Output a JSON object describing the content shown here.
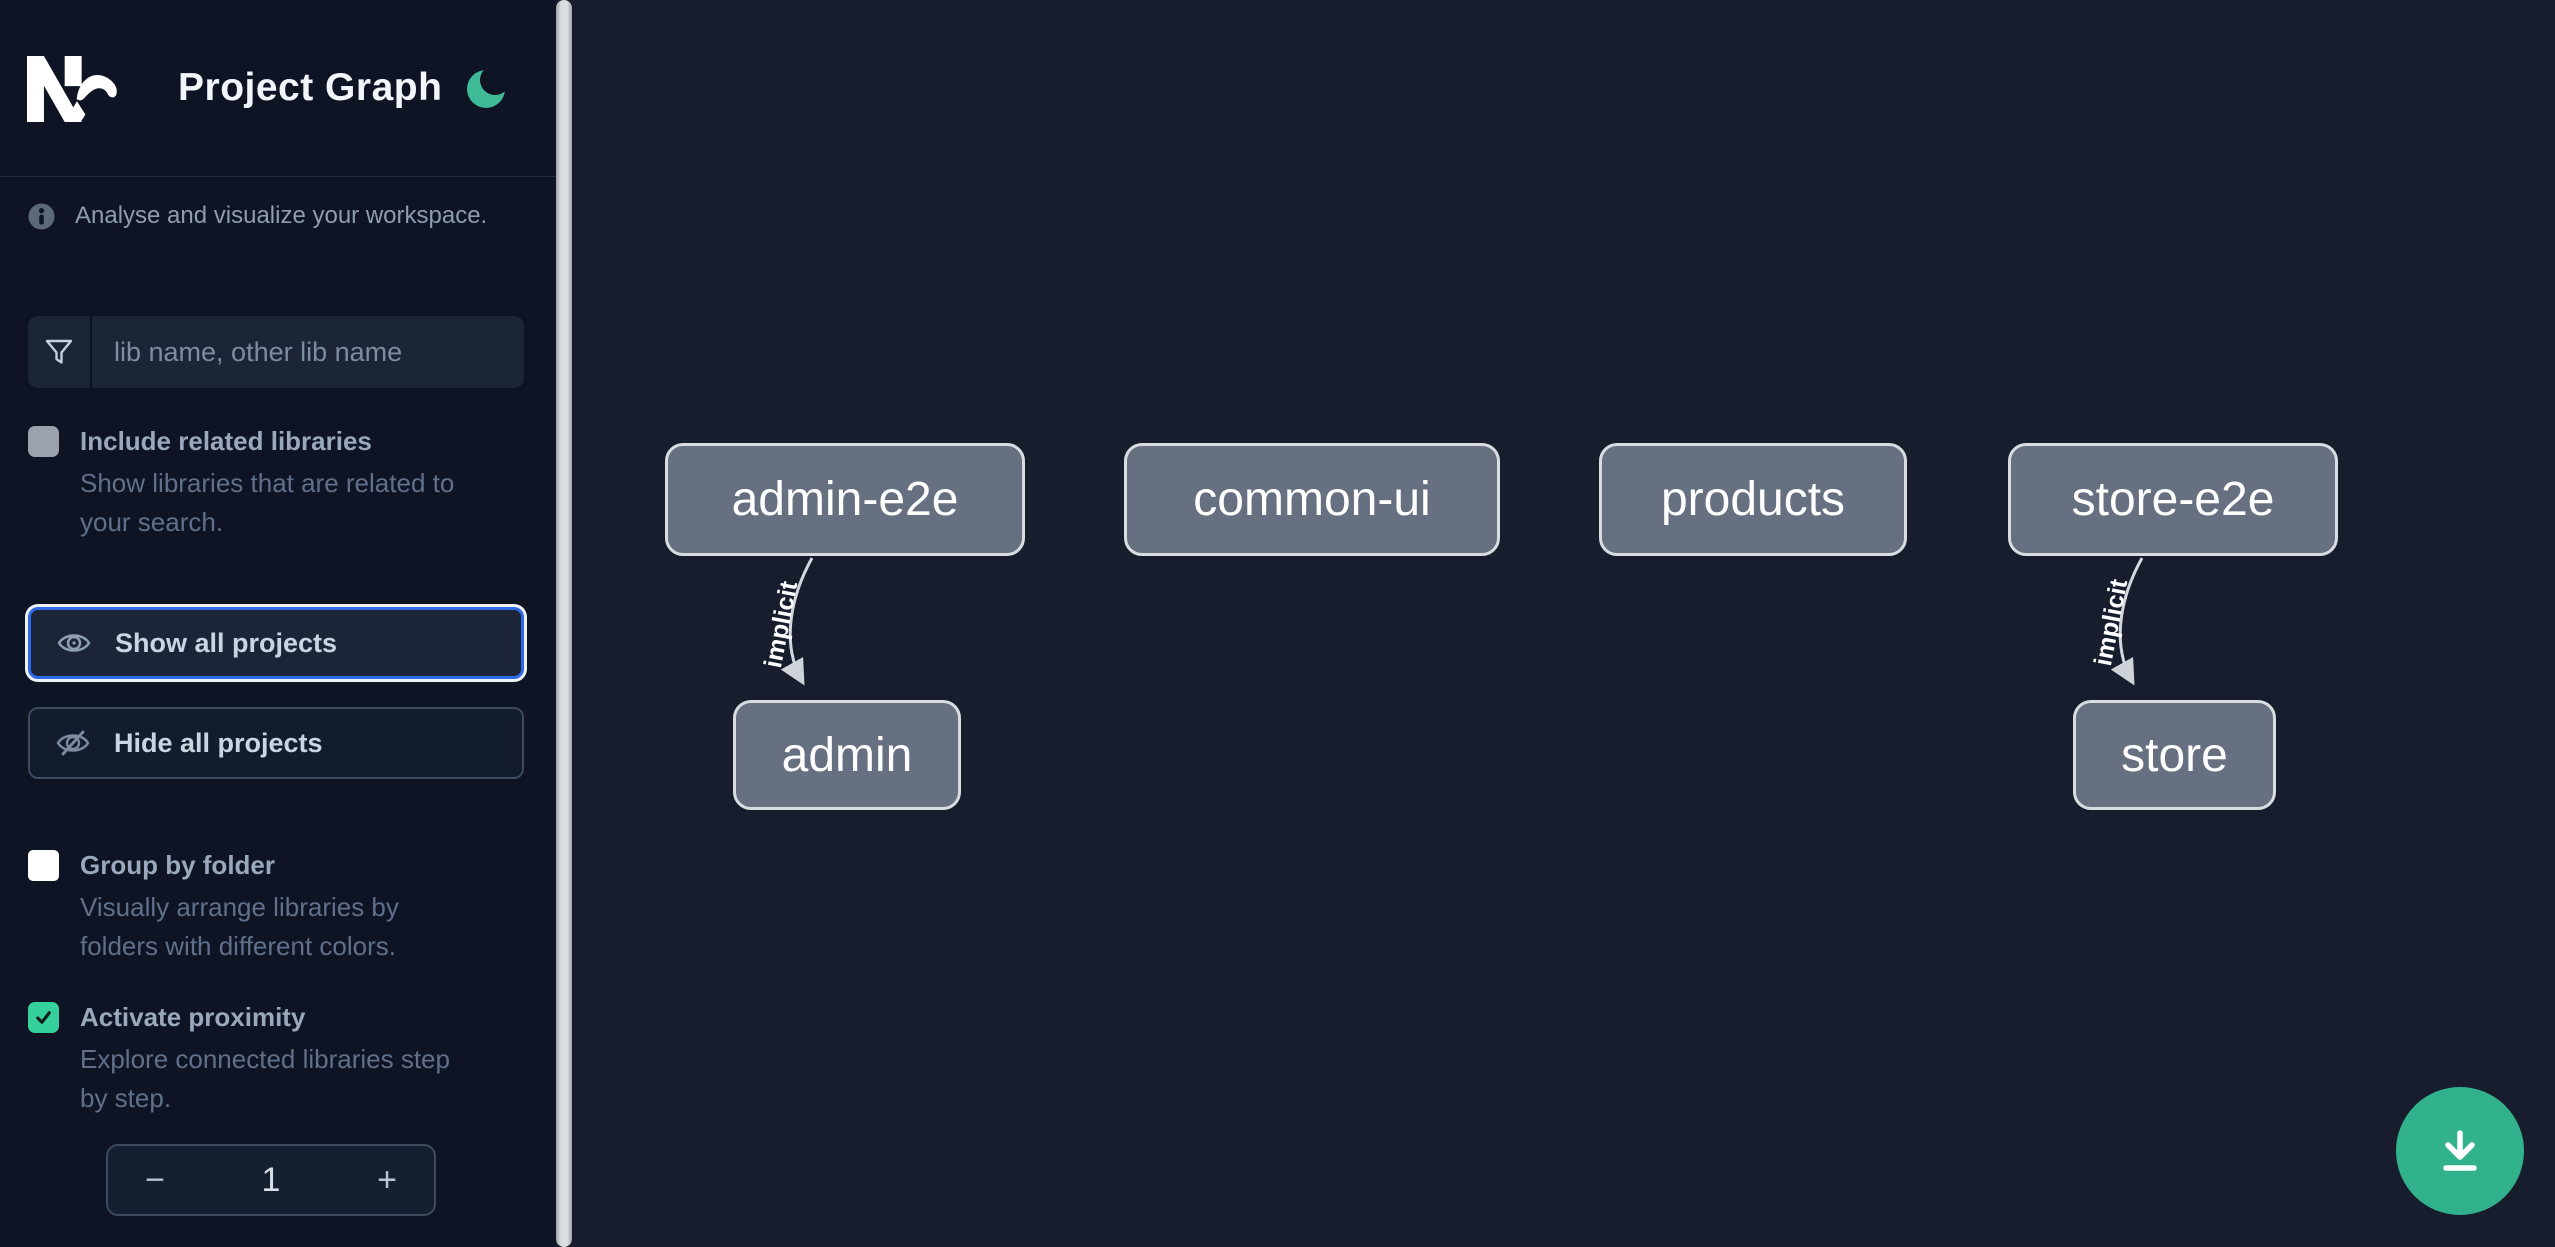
{
  "header": {
    "title": "Project Graph",
    "logo": "nx-logo",
    "theme_toggle": "moon-icon"
  },
  "sidebar": {
    "info_text": "Analyse and visualize your workspace.",
    "search": {
      "icon": "filter-icon",
      "placeholder": "lib name, other lib name",
      "value": ""
    },
    "options": [
      {
        "label": "Include related libraries",
        "description": "Show libraries that are related to\nyour search.",
        "checked": false,
        "checkbox_style": "gray"
      },
      {
        "label": "Group by folder",
        "description": "Visually arrange libraries by\nfolders with different colors.",
        "checked": false,
        "checkbox_style": "white"
      },
      {
        "label": "Activate proximity",
        "description": "Explore connected libraries step\nby step.",
        "checked": true,
        "checkbox_style": "green"
      }
    ],
    "actions": [
      {
        "label": "Show all projects",
        "icon": "eye-icon",
        "focused": true
      },
      {
        "label": "Hide all projects",
        "icon": "eye-off-icon",
        "focused": false
      }
    ],
    "proximity_stepper": {
      "decrement": "−",
      "value": "1",
      "increment": "+"
    }
  },
  "graph": {
    "nodes": [
      {
        "id": "admin-e2e",
        "label": "admin-e2e"
      },
      {
        "id": "common-ui",
        "label": "common-ui"
      },
      {
        "id": "products",
        "label": "products"
      },
      {
        "id": "store-e2e",
        "label": "store-e2e"
      },
      {
        "id": "admin",
        "label": "admin"
      },
      {
        "id": "store",
        "label": "store"
      }
    ],
    "edges": [
      {
        "source": "admin-e2e",
        "target": "admin",
        "label": "implicit"
      },
      {
        "source": "store-e2e",
        "target": "store",
        "label": "implicit"
      }
    ]
  },
  "fab": {
    "icon": "download-icon"
  },
  "colors": {
    "accent_green": "#3fba97",
    "checkbox_green": "#35d09c",
    "focus_blue": "#2f6be8",
    "node_fill": "#667080",
    "node_border": "#d9dde2",
    "edge": "#d3d8de",
    "sidebar_bg": "#0e1423",
    "canvas_bg": "#181d2e"
  }
}
